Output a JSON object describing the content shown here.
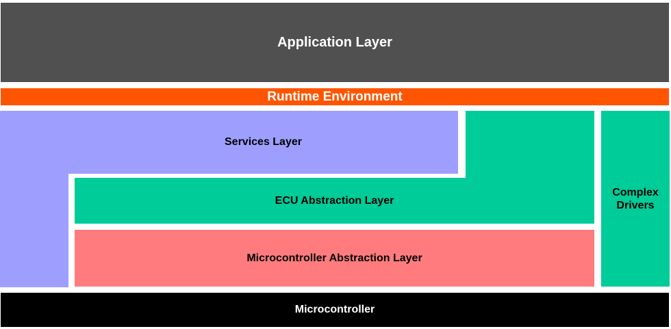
{
  "layers": {
    "application": "Application Layer",
    "runtime_environment": "Runtime Environment",
    "services": "Services Layer",
    "ecu_abstraction": "ECU Abstraction Layer",
    "microcontroller_abstraction": "Microcontroller Abstraction Layer",
    "complex_drivers": "Complex Drivers",
    "microcontroller": "Microcontroller"
  },
  "colors": {
    "application": "#505050",
    "runtime_environment": "#ff5500",
    "services": "#9e9eff",
    "ecu_abstraction": "#00cc99",
    "microcontroller_abstraction": "#ff7b7e",
    "complex_drivers": "#00cc99",
    "microcontroller": "#000000"
  }
}
